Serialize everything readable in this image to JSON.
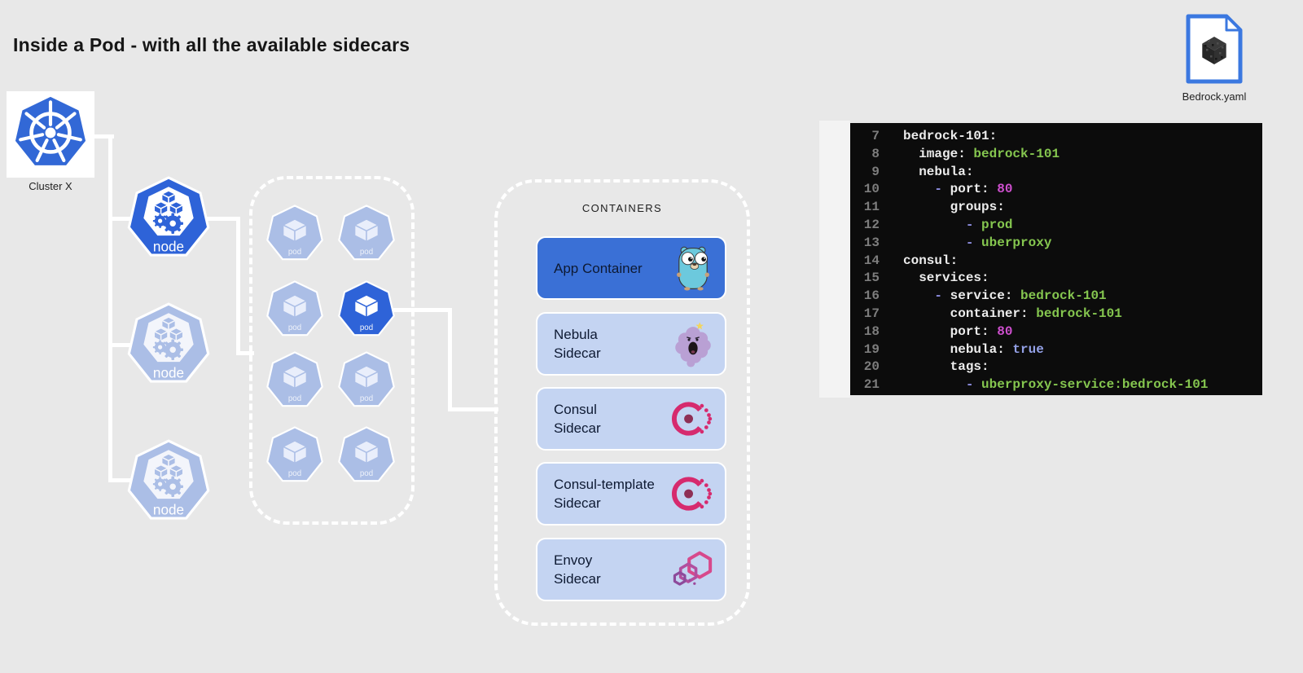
{
  "title": "Inside a Pod - with all the available sidecars",
  "cluster": {
    "label": "Cluster X",
    "icon": "kubernetes-helm-icon"
  },
  "nodes": [
    {
      "label": "node",
      "active": true
    },
    {
      "label": "node",
      "active": false
    },
    {
      "label": "node",
      "active": false
    }
  ],
  "pods": [
    {
      "label": "pod",
      "active": false
    },
    {
      "label": "pod",
      "active": false
    },
    {
      "label": "pod",
      "active": false
    },
    {
      "label": "pod",
      "active": true
    },
    {
      "label": "pod",
      "active": false
    },
    {
      "label": "pod",
      "active": false
    },
    {
      "label": "pod",
      "active": false
    },
    {
      "label": "pod",
      "active": false
    }
  ],
  "containers_panel": {
    "header": "CONTAINERS",
    "cards": [
      {
        "lines": [
          "App Container"
        ],
        "icon": "go-gopher-icon",
        "variant": "primary"
      },
      {
        "lines": [
          "Nebula",
          "Sidecar"
        ],
        "icon": "lumpy-space-princess-icon",
        "variant": "light"
      },
      {
        "lines": [
          "Consul",
          "Sidecar"
        ],
        "icon": "consul-icon",
        "variant": "light"
      },
      {
        "lines": [
          "Consul-template",
          "Sidecar"
        ],
        "icon": "consul-icon",
        "variant": "light"
      },
      {
        "lines": [
          "Envoy",
          "Sidecar"
        ],
        "icon": "envoy-icon",
        "variant": "light"
      }
    ]
  },
  "file": {
    "label": "Bedrock.yaml",
    "icon": "bedrock-file-icon"
  },
  "code_editor": {
    "language": "yaml",
    "lines": [
      {
        "no": "7",
        "tokens": [
          {
            "text": "bedrock-101:",
            "color": "plain"
          }
        ]
      },
      {
        "no": "8",
        "tokens": [
          {
            "text": "  image: ",
            "color": "plain"
          },
          {
            "text": "bedrock-101",
            "color": "green"
          }
        ]
      },
      {
        "no": "9",
        "tokens": [
          {
            "text": "  nebula:",
            "color": "plain"
          }
        ]
      },
      {
        "no": "10",
        "tokens": [
          {
            "text": "    ",
            "color": "plain"
          },
          {
            "text": "- ",
            "color": "dash"
          },
          {
            "text": "port: ",
            "color": "plain"
          },
          {
            "text": "80",
            "color": "magenta"
          }
        ]
      },
      {
        "no": "11",
        "tokens": [
          {
            "text": "      groups:",
            "color": "plain"
          }
        ]
      },
      {
        "no": "12",
        "tokens": [
          {
            "text": "        ",
            "color": "plain"
          },
          {
            "text": "- ",
            "color": "dash"
          },
          {
            "text": "prod",
            "color": "green"
          }
        ]
      },
      {
        "no": "13",
        "tokens": [
          {
            "text": "        ",
            "color": "plain"
          },
          {
            "text": "- ",
            "color": "dash"
          },
          {
            "text": "uberproxy",
            "color": "green"
          }
        ]
      },
      {
        "no": "14",
        "tokens": [
          {
            "text": "consul:",
            "color": "plain"
          }
        ]
      },
      {
        "no": "15",
        "tokens": [
          {
            "text": "  services:",
            "color": "plain"
          }
        ]
      },
      {
        "no": "16",
        "tokens": [
          {
            "text": "    ",
            "color": "plain"
          },
          {
            "text": "- ",
            "color": "dash"
          },
          {
            "text": "service: ",
            "color": "plain"
          },
          {
            "text": "bedrock-101",
            "color": "green"
          }
        ]
      },
      {
        "no": "17",
        "tokens": [
          {
            "text": "      container: ",
            "color": "plain"
          },
          {
            "text": "bedrock-101",
            "color": "green"
          }
        ]
      },
      {
        "no": "18",
        "tokens": [
          {
            "text": "      port: ",
            "color": "plain"
          },
          {
            "text": "80",
            "color": "magenta"
          }
        ]
      },
      {
        "no": "19",
        "tokens": [
          {
            "text": "      nebula: ",
            "color": "plain"
          },
          {
            "text": "true",
            "color": "blue"
          }
        ]
      },
      {
        "no": "20",
        "tokens": [
          {
            "text": "      tags:",
            "color": "plain"
          }
        ]
      },
      {
        "no": "21",
        "tokens": [
          {
            "text": "        ",
            "color": "plain"
          },
          {
            "text": "- ",
            "color": "dash"
          },
          {
            "text": "uberproxy-service:bedrock-101",
            "color": "green"
          }
        ]
      }
    ]
  },
  "colors": {
    "background": "#e8e8e8",
    "k8s_blue": "#3268d6",
    "active_blue": "#2e63d8",
    "faded_blue": "#abbee6",
    "faded_inner": "#f3f5fb",
    "app_card_blue": "#3a70d6",
    "sidecar_card_blue": "#c4d4f2",
    "card_text": "#0e1a33",
    "connector_white": "#ffffff",
    "code_bg": "#0c0c0c",
    "code_plain": "#ececec",
    "code_green": "#85c64f",
    "code_magenta": "#ce4fce",
    "code_dash": "#8d8de0",
    "code_blue": "#93a0e6",
    "code_lineno": "#7d7d7d",
    "consul_pink": "#d62a6e",
    "consul_center": "#8e2f55",
    "envoy_pink": "#d7498c",
    "file_border_blue": "#3b78e0"
  }
}
